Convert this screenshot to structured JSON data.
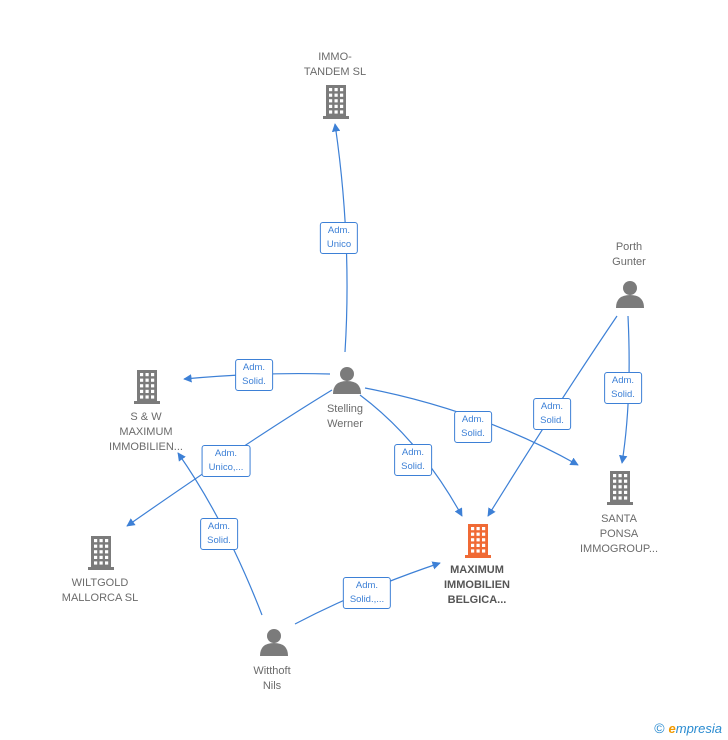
{
  "colors": {
    "edge": "#3d80d6",
    "company": "#7b7b7b",
    "company_main": "#f06a35",
    "person": "#7b7b7b"
  },
  "nodes": [
    {
      "id": "immo_tandem",
      "type": "company",
      "label": "IMMO-\nTANDEM SL"
    },
    {
      "id": "sw_maximum",
      "type": "company",
      "label": "S & W\nMAXIMUM\nIMMOBILIEN..."
    },
    {
      "id": "wiltgold",
      "type": "company",
      "label": "WILTGOLD\nMALLORCA  SL"
    },
    {
      "id": "santa_ponsa",
      "type": "company",
      "label": "SANTA\nPONSA\nIMMOGROUP..."
    },
    {
      "id": "maximum_belgica",
      "type": "company_main",
      "label": "MAXIMUM\nIMMOBILIEN\nBELGICA..."
    },
    {
      "id": "stelling",
      "type": "person",
      "label": "Stelling\nWerner"
    },
    {
      "id": "porth",
      "type": "person",
      "label": "Porth\nGunter"
    },
    {
      "id": "witthoft",
      "type": "person",
      "label": "Witthoft\nNils"
    }
  ],
  "edges": [
    {
      "from": "stelling",
      "to": "immo_tandem",
      "label": "Adm.\nUnico"
    },
    {
      "from": "stelling",
      "to": "sw_maximum",
      "label": "Adm.\nSolid."
    },
    {
      "from": "stelling",
      "to": "wiltgold",
      "label": "Adm.\nUnico,..."
    },
    {
      "from": "stelling",
      "to": "maximum_belgica",
      "label": "Adm.\nSolid."
    },
    {
      "from": "stelling",
      "to": "santa_ponsa",
      "label": "Adm.\nSolid."
    },
    {
      "from": "porth",
      "to": "maximum_belgica",
      "label": "Adm.\nSolid."
    },
    {
      "from": "porth",
      "to": "santa_ponsa",
      "label": "Adm.\nSolid."
    },
    {
      "from": "witthoft",
      "to": "sw_maximum",
      "label": "Adm.\nSolid."
    },
    {
      "from": "witthoft",
      "to": "maximum_belgica",
      "label": "Adm.\nSolid.,..."
    }
  ],
  "footer": {
    "copyright": "©",
    "brand_e": "e",
    "brand_rest": "mpresia"
  }
}
